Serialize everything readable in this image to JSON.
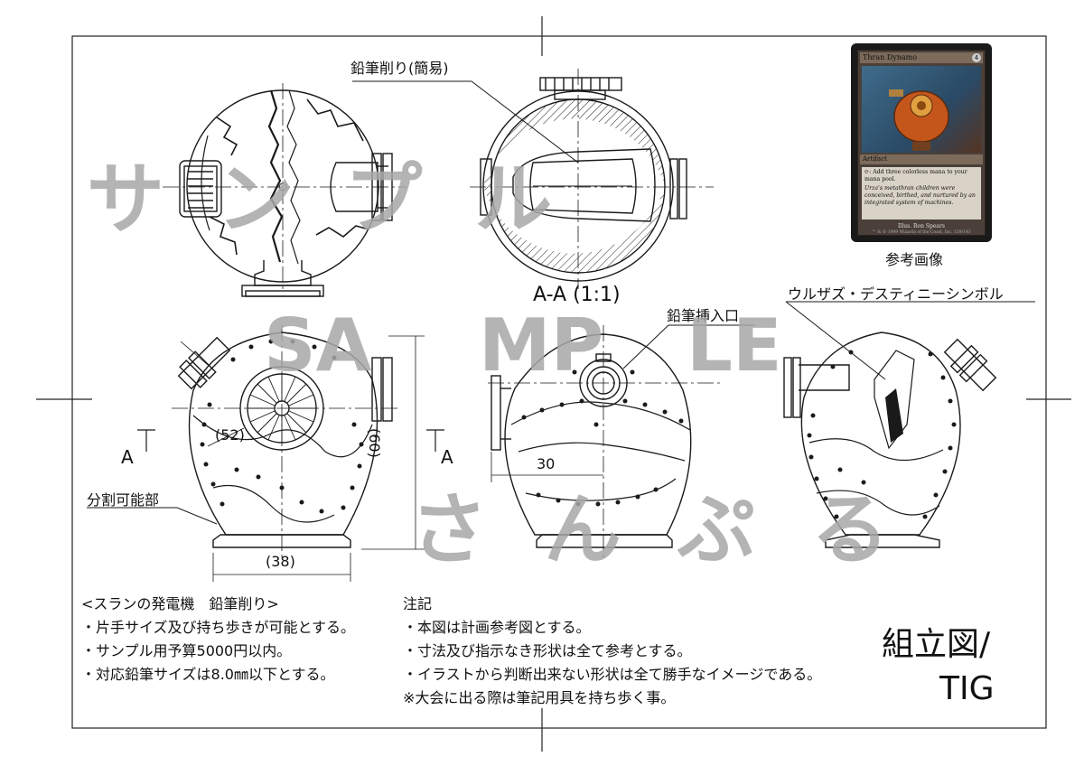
{
  "drawing": {
    "leaders": {
      "pencil_sharpener": "鉛筆削り(簡易)",
      "pencil_insert": "鉛筆挿入口",
      "urza_symbol": "ウルザズ・デスティニーシンボル",
      "split_part": "分割可能部"
    },
    "section_view_label": "A-A (1:1)",
    "section_marks": [
      "A",
      "A"
    ],
    "dimensions": {
      "fan_diameter": "(52)",
      "height": "(60)",
      "base_width": "(38)",
      "body_width": "30"
    },
    "reference_caption": "参考画像"
  },
  "reference_card": {
    "name": "Thran Dynamo",
    "cost": "4",
    "type_line": "Artifact",
    "rules_text": "⟳: Add three colorless mana to your mana pool.",
    "flavor_text": "Urza's metathran children were conceived, birthed, and nurtured by an integrated system of machines.",
    "illustrator": "Illus. Ron Spears",
    "copyright": "™ & © 1999 Wizards of the Coast, Inc. 139/143"
  },
  "specs": {
    "title": "<スランの発電機　鉛筆削り>",
    "items": [
      "・片手サイズ及び持ち歩きが可能とする。",
      "・サンプル用予算5000円以内。",
      "・対応鉛筆サイズは8.0㎜以下とする。"
    ]
  },
  "notes": {
    "title": "注記",
    "items": [
      "・本図は計画参考図とする。",
      "・寸法及び指示なき形状は全て参考とする。",
      "・イラストから判断出来ない形状は全て勝手なイメージである。",
      "※大会に出る際は筆記用具を持ち歩く事。"
    ]
  },
  "title_block": {
    "title": "組立図/",
    "author": "TIG"
  },
  "watermark": {
    "katakana": "サンプル",
    "latin": [
      "SA",
      "MP",
      "LE"
    ],
    "hiragana": "さんぷる"
  },
  "colors": {
    "line": "#1a1a1a",
    "watermark": "#a8a8a8"
  }
}
